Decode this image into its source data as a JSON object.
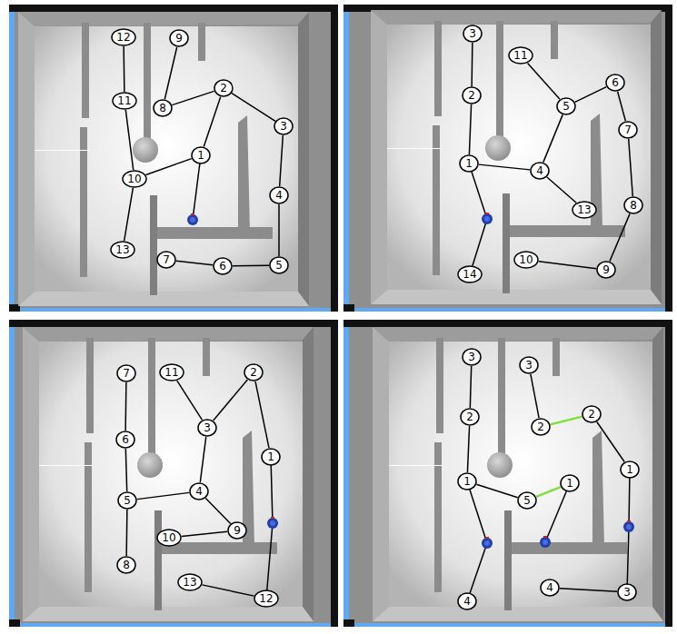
{
  "diagram": {
    "nodes": [
      {
        "text": [
          "1"
        ]
      },
      {
        "text": [
          "2"
        ]
      },
      {
        "text": [
          "3"
        ]
      },
      {
        "text": [
          "4"
        ]
      },
      {
        "text": [
          "5"
        ]
      },
      {
        "text": [
          "6"
        ]
      },
      {
        "text": [
          "7"
        ]
      },
      {
        "text": [
          "8"
        ]
      },
      {
        "text": [
          "9"
        ]
      },
      {
        "text": [
          "10"
        ]
      },
      {
        "text": [
          "11"
        ]
      },
      {
        "text": [
          "12"
        ]
      },
      {
        "text": [
          "13"
        ]
      },
      {
        "text": [
          "1"
        ]
      },
      {
        "text": [
          "2"
        ]
      },
      {
        "text": [
          "3"
        ]
      },
      {
        "text": [
          "4"
        ]
      },
      {
        "text": [
          "5"
        ]
      },
      {
        "text": [
          "6"
        ]
      },
      {
        "text": [
          "7"
        ]
      },
      {
        "text": [
          "8"
        ]
      },
      {
        "text": [
          "9"
        ]
      },
      {
        "text": [
          "10"
        ]
      },
      {
        "text": [
          "11"
        ]
      },
      {
        "text": [
          "13"
        ]
      },
      {
        "text": [
          "14"
        ]
      },
      {
        "text": [
          "1"
        ]
      },
      {
        "text": [
          "2"
        ]
      },
      {
        "text": [
          "3"
        ]
      },
      {
        "text": [
          "4"
        ]
      },
      {
        "text": [
          "5"
        ]
      },
      {
        "text": [
          "6"
        ]
      },
      {
        "text": [
          "7"
        ]
      },
      {
        "text": [
          "8"
        ]
      },
      {
        "text": [
          "9"
        ]
      },
      {
        "text": [
          "10"
        ]
      },
      {
        "text": [
          "11"
        ]
      },
      {
        "text": [
          "12"
        ]
      },
      {
        "text": [
          "13"
        ]
      },
      {
        "text": [
          "3"
        ]
      },
      {
        "text": [
          "2"
        ]
      },
      {
        "text": [
          "1"
        ]
      },
      {
        "text": [
          "4"
        ]
      },
      {
        "text": [
          "3"
        ]
      },
      {
        "text": [
          "2"
        ]
      },
      {
        "text": [
          "1"
        ]
      },
      {
        "text": [
          "5"
        ]
      },
      {
        "text": [
          "2"
        ]
      },
      {
        "text": [
          "1"
        ]
      },
      {
        "text": [
          "3"
        ]
      },
      {
        "text": [
          "4"
        ]
      }
    ],
    "edges": [
      {
        "from": 0,
        "to": 1,
        "arrow": "none"
      },
      {
        "from": 1,
        "to": 2,
        "arrow": "none"
      },
      {
        "from": 2,
        "to": 3,
        "arrow": "none"
      },
      {
        "from": 3,
        "to": 4,
        "arrow": "none"
      },
      {
        "from": 4,
        "to": 5,
        "arrow": "none"
      },
      {
        "from": 5,
        "to": 6,
        "arrow": "none"
      },
      {
        "from": 1,
        "to": 7,
        "arrow": "none"
      },
      {
        "from": 7,
        "to": 8,
        "arrow": "none"
      },
      {
        "from": 0,
        "to": 9,
        "arrow": "none"
      },
      {
        "from": 9,
        "to": 10,
        "arrow": "none"
      },
      {
        "from": 10,
        "to": 11,
        "arrow": "none"
      },
      {
        "from": 9,
        "to": 12,
        "arrow": "none"
      },
      {
        "from": 13,
        "to": 14,
        "arrow": "none"
      },
      {
        "from": 14,
        "to": 15,
        "arrow": "none"
      },
      {
        "from": 13,
        "to": 16,
        "arrow": "none"
      },
      {
        "from": 16,
        "to": 17,
        "arrow": "none"
      },
      {
        "from": 17,
        "to": 23,
        "arrow": "none"
      },
      {
        "from": 17,
        "to": 18,
        "arrow": "none"
      },
      {
        "from": 18,
        "to": 19,
        "arrow": "none"
      },
      {
        "from": 19,
        "to": 20,
        "arrow": "none"
      },
      {
        "from": 20,
        "to": 21,
        "arrow": "none"
      },
      {
        "from": 21,
        "to": 22,
        "arrow": "none"
      },
      {
        "from": 16,
        "to": 24,
        "arrow": "none"
      },
      {
        "from": 26,
        "to": 27,
        "arrow": "none"
      },
      {
        "from": 27,
        "to": 28,
        "arrow": "none"
      },
      {
        "from": 28,
        "to": 36,
        "arrow": "none"
      },
      {
        "from": 28,
        "to": 29,
        "arrow": "none"
      },
      {
        "from": 29,
        "to": 30,
        "arrow": "none"
      },
      {
        "from": 30,
        "to": 31,
        "arrow": "none"
      },
      {
        "from": 31,
        "to": 32,
        "arrow": "none"
      },
      {
        "from": 30,
        "to": 33,
        "arrow": "none"
      },
      {
        "from": 29,
        "to": 34,
        "arrow": "none"
      },
      {
        "from": 34,
        "to": 35,
        "arrow": "none"
      },
      {
        "from": 37,
        "to": 38,
        "arrow": "none"
      },
      {
        "from": 41,
        "to": 40,
        "arrow": "none"
      },
      {
        "from": 40,
        "to": 39,
        "arrow": "none"
      },
      {
        "from": 41,
        "to": 46,
        "arrow": "none"
      },
      {
        "from": 44,
        "to": 43,
        "arrow": "none"
      },
      {
        "from": 44,
        "to": 47,
        "arrow": "none"
      },
      {
        "from": 46,
        "to": 45,
        "arrow": "none"
      },
      {
        "from": 47,
        "to": 48,
        "arrow": "none"
      },
      {
        "from": 49,
        "to": 50,
        "arrow": "none"
      }
    ]
  }
}
